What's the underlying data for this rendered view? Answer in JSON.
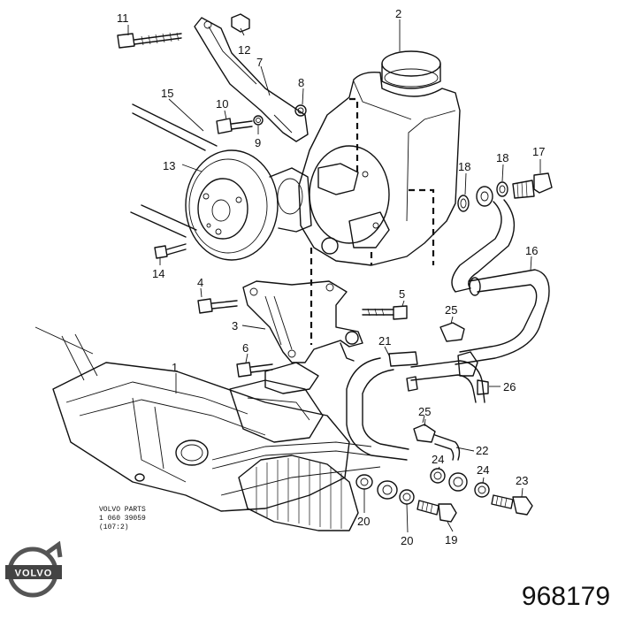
{
  "catalog": {
    "line1": "VOLVO  PARTS",
    "line2": "1   060  39059",
    "line3": "(107:2)"
  },
  "brand": {
    "logo_text": "VOLVO"
  },
  "part_number": "968179",
  "callouts": {
    "c1": "1",
    "c2": "2",
    "c3": "3",
    "c4": "4",
    "c5": "5",
    "c6": "6",
    "c7": "7",
    "c8": "8",
    "c9": "9",
    "c10": "10",
    "c11": "11",
    "c12": "12",
    "c13": "13",
    "c14": "14",
    "c15": "15",
    "c16": "16",
    "c17": "17",
    "c18a": "18",
    "c18b": "18",
    "c19": "19",
    "c20a": "20",
    "c20b": "20",
    "c21": "21",
    "c22": "22",
    "c23": "23",
    "c24a": "24",
    "c24b": "24",
    "c25a": "25",
    "c25b": "25",
    "c26": "26"
  },
  "colors": {
    "ink": "#111111",
    "background": "#ffffff"
  }
}
